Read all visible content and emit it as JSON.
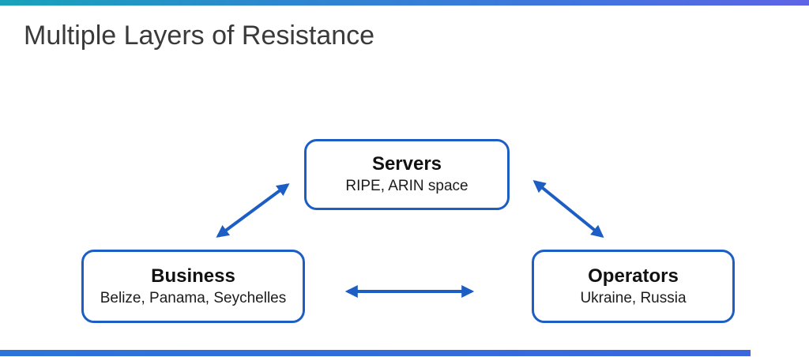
{
  "slide": {
    "title": "Multiple Layers of Resistance"
  },
  "colors": {
    "top_bar_gradient_start": "#18a3bb",
    "top_bar_gradient_mid": "#3f75dd",
    "top_bar_gradient_end": "#5e64e6",
    "bottom_bar": "#2e6fd8",
    "box_border": "#1d5ec4",
    "arrow": "#1d5ec4",
    "title_text": "#3a3a3a",
    "box_text": "#111111"
  },
  "diagram": {
    "nodes": [
      {
        "id": "servers",
        "title": "Servers",
        "subtitle": "RIPE, ARIN space"
      },
      {
        "id": "business",
        "title": "Business",
        "subtitle": "Belize, Panama, Seychelles"
      },
      {
        "id": "operators",
        "title": "Operators",
        "subtitle": "Ukraine, Russia"
      }
    ],
    "edges": [
      {
        "from": "business",
        "to": "servers",
        "bidirectional": true
      },
      {
        "from": "servers",
        "to": "operators",
        "bidirectional": true
      },
      {
        "from": "business",
        "to": "operators",
        "bidirectional": true
      }
    ]
  }
}
